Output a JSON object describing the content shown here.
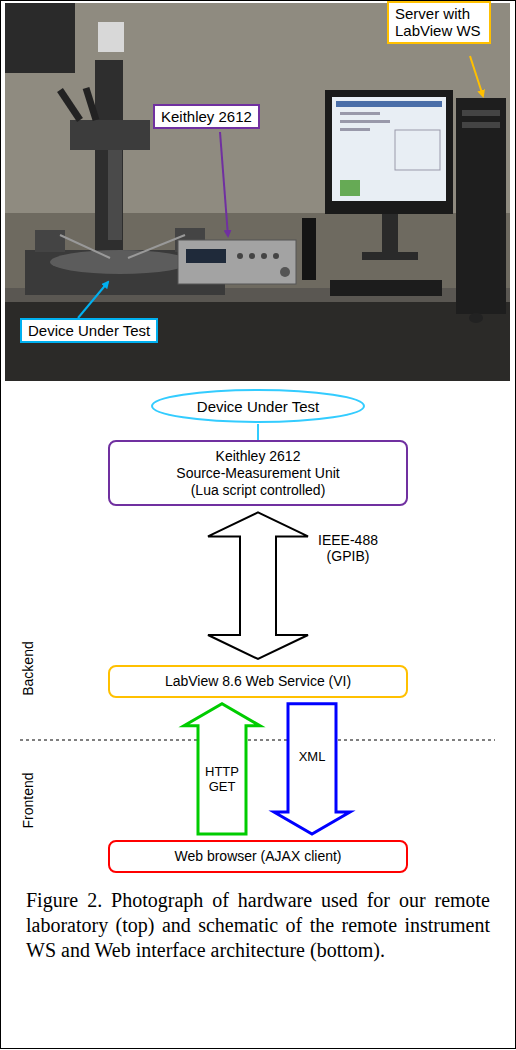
{
  "diagram": {
    "caption": "Figure 2. Photograph of hardware used for our remote laboratory (top) and schematic of the remote instrument WS and Web interface architecture (bottom).",
    "nodes": [
      {
        "text": [
          "Server with LabView WS"
        ]
      },
      {
        "text": [
          "Keithley 2612"
        ]
      },
      {
        "text": [
          "Device Under Test"
        ]
      },
      {
        "text": [
          "Device Under Test"
        ]
      },
      {
        "text": [
          "Keithley 2612",
          "Source-Measurement Unit (Lua script controlled)"
        ]
      },
      {
        "text": [
          "LabView 8.6 Web Service (VI)"
        ]
      },
      {
        "text": [
          "Web browser (AJAX client)"
        ]
      }
    ],
    "edges": [
      {
        "from": 3,
        "to": 4,
        "arrow": "none"
      },
      {
        "from": 4,
        "to": 5,
        "arrow": "both",
        "label": "IEEE-488 (GPIB)"
      },
      {
        "from": 6,
        "to": 5,
        "arrow": "to",
        "label": "HTTP GET"
      },
      {
        "from": 5,
        "to": 6,
        "arrow": "to",
        "label": "XML"
      }
    ],
    "labels": [
      "Backend",
      "Frontend"
    ]
  }
}
